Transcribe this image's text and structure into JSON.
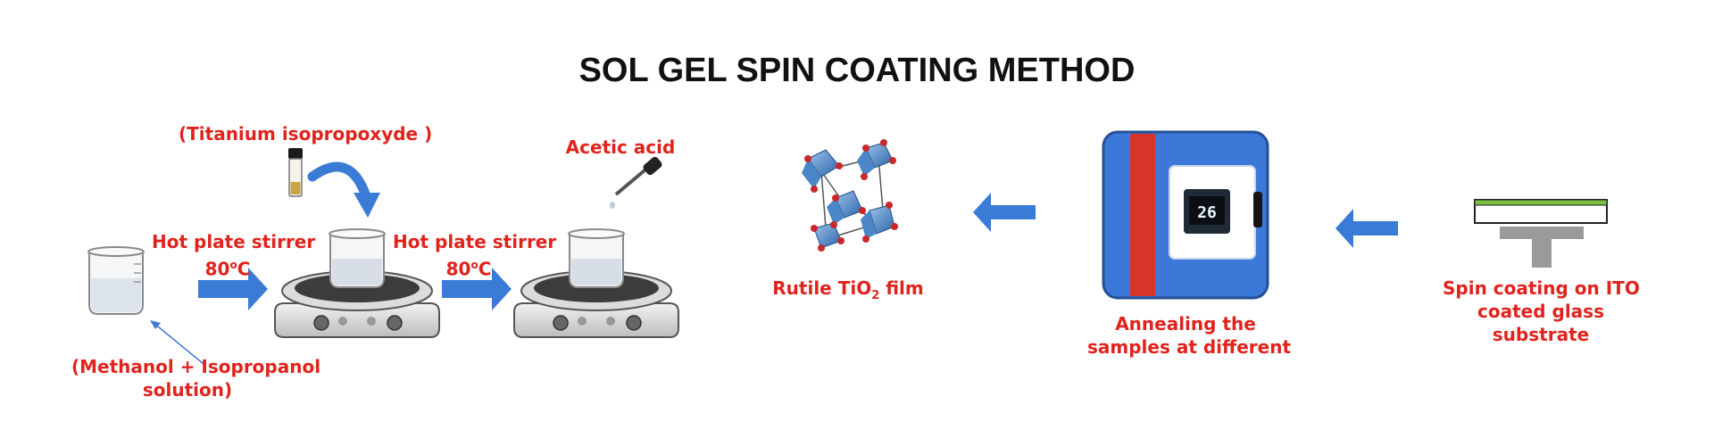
{
  "title": "SOL GEL SPIN COATING METHOD",
  "labels": {
    "titanium": "(Titanium isopropoxyde )",
    "acetic": "Acetic acid",
    "stirrer1_line1": "Hot plate stirrer",
    "stirrer1_line2": "80",
    "stirrer1_sup": "o",
    "stirrer1_unit": "C",
    "stirrer2_line1": "Hot plate stirrer",
    "stirrer2_line2": "80",
    "stirrer2_sup": "o",
    "stirrer2_unit": "C",
    "solution_line1": "(Methanol + Isopropanol",
    "solution_line2": "solution)",
    "rutile_pre": "Rutile TiO",
    "rutile_sub": "2",
    "rutile_post": " film",
    "anneal_line1": "Annealing the",
    "anneal_line2": "samples at different",
    "spin_line1": "Spin coating on ITO",
    "spin_line2": "coated glass",
    "spin_line3": "substrate",
    "oven_display": "26"
  },
  "colors": {
    "label_red": "#e0231c",
    "arrow_blue": "#3a7bd5",
    "oven_blue": "#3b78d8",
    "oven_red": "#d9342b"
  }
}
